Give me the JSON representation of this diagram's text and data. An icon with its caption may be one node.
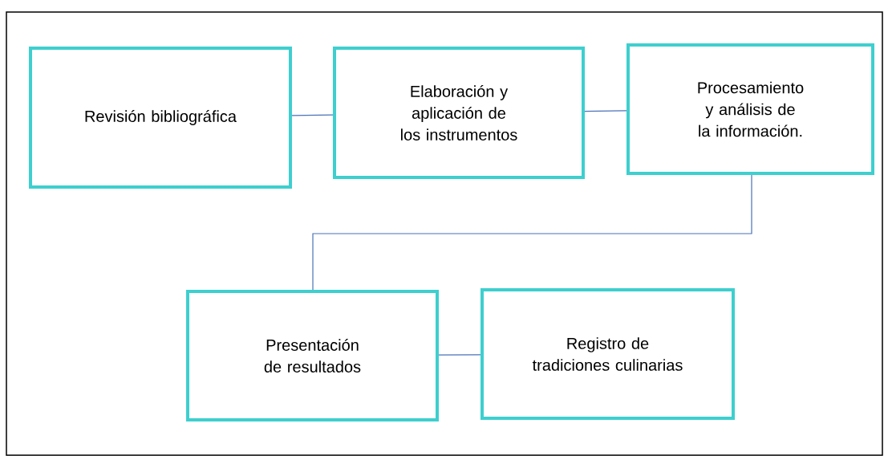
{
  "diagram": {
    "nodes": [
      {
        "text": [
          "Revisión bibliográfica"
        ]
      },
      {
        "text": [
          "Elaboración y aplicación de los instrumentos"
        ]
      },
      {
        "text": [
          "Procesamiento y análisis de la información."
        ]
      },
      {
        "text": [
          "Presentación de resultados"
        ]
      },
      {
        "text": [
          "Registro de tradiciones culinarias"
        ]
      }
    ],
    "edges": [
      {
        "from": 0,
        "to": 1,
        "arrow": "none"
      },
      {
        "from": 1,
        "to": 2,
        "arrow": "none"
      },
      {
        "from": 2,
        "to": 3,
        "arrow": "none"
      },
      {
        "from": 3,
        "to": 4,
        "arrow": "none"
      }
    ]
  }
}
